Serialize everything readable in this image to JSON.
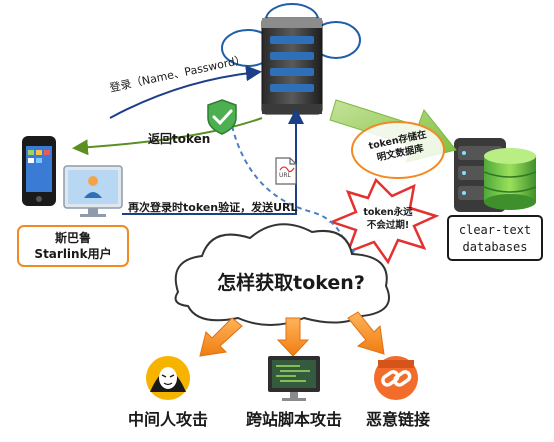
{
  "arrows": {
    "login": "登录（Name、Password）",
    "return_token": "返回token",
    "relogin": "再次登录时token验证，发送URL",
    "store_note": "token存储在\n明文数据库",
    "expire_note": "token永远\n不会过期!"
  },
  "user_box": {
    "line1": "斯巴鲁",
    "line2": "Starlink用户"
  },
  "db_box": {
    "line1": "clear-text",
    "line2": "databases"
  },
  "url_icon": "URL",
  "question": "怎样获取token?",
  "attacks": [
    {
      "label": "中间人攻击",
      "icon": "hacker-icon"
    },
    {
      "label": "跨站脚本攻击",
      "icon": "monitor-code-icon"
    },
    {
      "label": "恶意链接",
      "icon": "chain-link-icon"
    }
  ],
  "colors": {
    "orange": "#f28a22",
    "green": "#8cc640",
    "navy": "#1d3f8a",
    "server_blue": "#2f6fb8"
  }
}
